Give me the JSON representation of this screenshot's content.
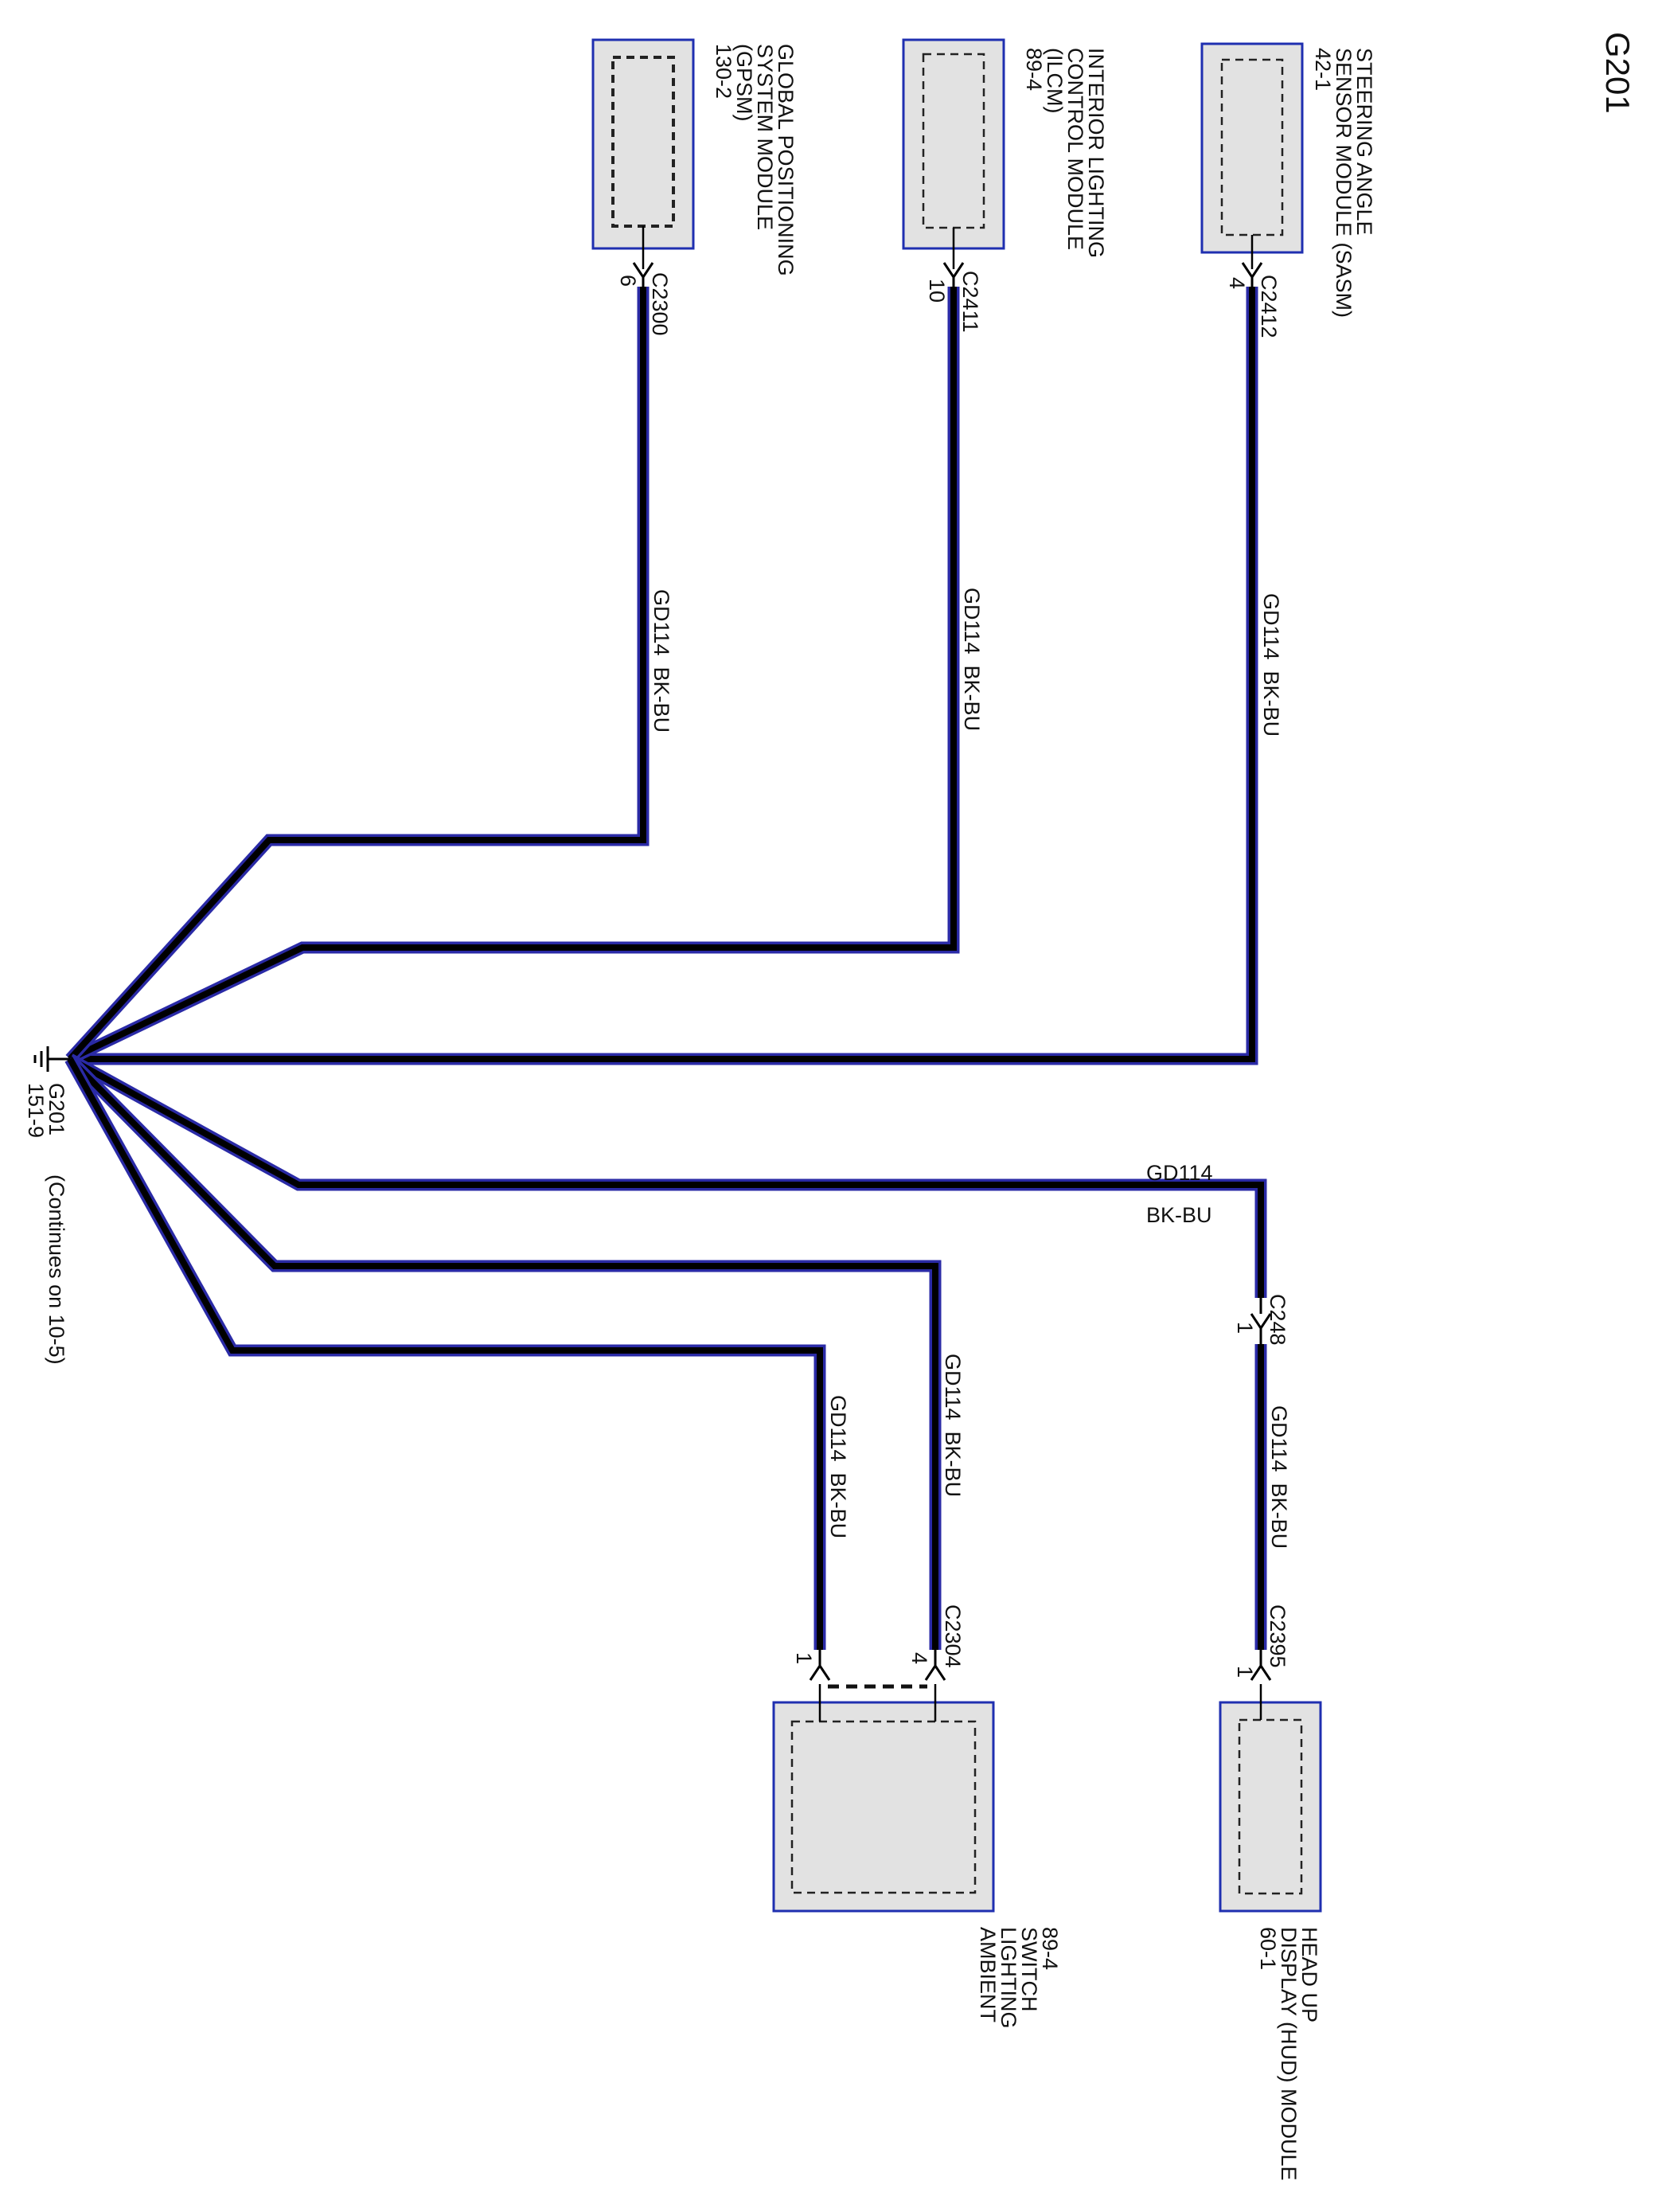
{
  "title": "G201",
  "colors": {
    "wire_outer": "#2a2aa6",
    "wire_inner": "#000000",
    "module_fill": "#e2e2e2",
    "module_border": "#1f2fb0"
  },
  "modules": {
    "sasm": {
      "lines": [
        "STEERING ANGLE",
        "SENSOR MODULE (SASM)",
        "42-1"
      ],
      "connector": "C2412",
      "pin": "4"
    },
    "ilcm": {
      "lines": [
        "INTERIOR LIGHTING",
        "CONTROL MODULE",
        "(ILCM)",
        "89-4"
      ],
      "connector": "C2411",
      "pin": "10"
    },
    "gpsm": {
      "lines": [
        "GLOBAL POSITIONING",
        "SYSTEM MODULE",
        "(GPSM)",
        "130-2"
      ],
      "connector": "C2300",
      "pin": "6"
    },
    "hud": {
      "lines": [
        "HEAD UP",
        "DISPLAY (HUD) MODULE",
        "60-1"
      ],
      "connector": "C2395",
      "pin": "1"
    },
    "ambient": {
      "lines": [
        "AMBIENT",
        "LIGHTING",
        "SWITCH",
        "89-4"
      ],
      "connector": "C2304",
      "pin_a": "4",
      "pin_b": "1"
    }
  },
  "inline_connector": {
    "name": "C248",
    "pin": "1"
  },
  "wire": {
    "circuit": "GD114",
    "color": "BK-BU"
  },
  "ground": {
    "name": "G201",
    "ref": "151-9",
    "note": "(Continues on 10-5)"
  }
}
